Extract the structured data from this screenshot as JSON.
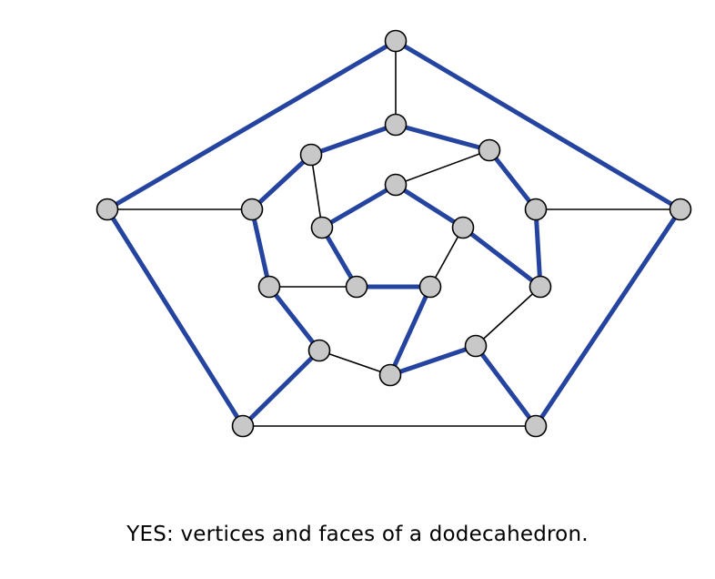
{
  "caption": "YES:  vertices and faces of a dodecahedron.",
  "colors": {
    "background": "#ffffff",
    "highlight_edge": "#2544a0",
    "plain_edge": "#000000",
    "vertex_fill": "#c8c8c8",
    "vertex_stroke": "#000000"
  },
  "graph": {
    "vertex_count": 20,
    "edge_count": 30,
    "edges": [
      {
        "from": "outer-top",
        "to": "outer-right",
        "highlighted": true
      },
      {
        "from": "outer-right",
        "to": "outer-bottom-right",
        "highlighted": true
      },
      {
        "from": "outer-bottom-right",
        "to": "outer-bottom-left",
        "highlighted": false
      },
      {
        "from": "outer-bottom-left",
        "to": "outer-left",
        "highlighted": true
      },
      {
        "from": "outer-left",
        "to": "outer-top",
        "highlighted": true
      },
      {
        "from": "outer-top",
        "to": "mid-top",
        "highlighted": false
      },
      {
        "from": "outer-right",
        "to": "mid-right",
        "highlighted": false
      },
      {
        "from": "outer-bottom-right",
        "to": "mid-bottom-right",
        "highlighted": true
      },
      {
        "from": "outer-bottom-left",
        "to": "mid-bottom-left",
        "highlighted": true
      },
      {
        "from": "outer-left",
        "to": "mid-left",
        "highlighted": false
      },
      {
        "from": "mid-top",
        "to": "mid-top-right",
        "highlighted": true
      },
      {
        "from": "mid-top-right",
        "to": "mid-right",
        "highlighted": true
      },
      {
        "from": "mid-right",
        "to": "mid-lower-right",
        "highlighted": true
      },
      {
        "from": "mid-lower-right",
        "to": "mid-bottom-right",
        "highlighted": false
      },
      {
        "from": "mid-bottom-right",
        "to": "mid-bottom",
        "highlighted": true
      },
      {
        "from": "mid-bottom",
        "to": "mid-bottom-left",
        "highlighted": false
      },
      {
        "from": "mid-bottom-left",
        "to": "mid-lower-left",
        "highlighted": true
      },
      {
        "from": "mid-lower-left",
        "to": "mid-left",
        "highlighted": true
      },
      {
        "from": "mid-left",
        "to": "mid-top-left",
        "highlighted": true
      },
      {
        "from": "mid-top-left",
        "to": "mid-top",
        "highlighted": true
      },
      {
        "from": "mid-top-right",
        "to": "inner-top",
        "highlighted": false
      },
      {
        "from": "mid-lower-right",
        "to": "inner-right",
        "highlighted": true
      },
      {
        "from": "mid-bottom",
        "to": "inner-bottom-right",
        "highlighted": true
      },
      {
        "from": "mid-lower-left",
        "to": "inner-bottom-left",
        "highlighted": false
      },
      {
        "from": "mid-top-left",
        "to": "inner-left",
        "highlighted": false
      },
      {
        "from": "inner-top",
        "to": "inner-right",
        "highlighted": true
      },
      {
        "from": "inner-right",
        "to": "inner-bottom-right",
        "highlighted": false
      },
      {
        "from": "inner-bottom-right",
        "to": "inner-bottom-left",
        "highlighted": true
      },
      {
        "from": "inner-bottom-left",
        "to": "inner-left",
        "highlighted": true
      },
      {
        "from": "inner-left",
        "to": "inner-top",
        "highlighted": true
      }
    ]
  }
}
